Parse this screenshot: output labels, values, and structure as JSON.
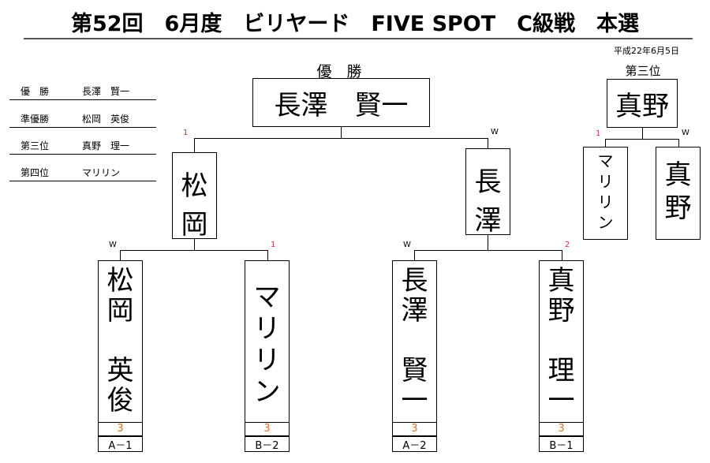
{
  "title": "第52回　6月度　ビリヤード　FIVE SPOT　C級戦　本選",
  "date": "平成22年6月5日",
  "summary": [
    {
      "pos": "優　勝",
      "name": "長澤　賢一"
    },
    {
      "pos": "準優勝",
      "name": "松岡　英俊"
    },
    {
      "pos": "第三位",
      "name": "真野　理一"
    },
    {
      "pos": "第四位",
      "name": "マリリン"
    }
  ],
  "final": {
    "label": "優　勝",
    "winner": "長澤　賢一",
    "left": {
      "name": "松岡",
      "chars": [
        "松",
        "岡"
      ],
      "mark": "1"
    },
    "right": {
      "name": "長澤",
      "chars": [
        "長",
        "澤"
      ],
      "mark": "W"
    }
  },
  "third": {
    "label": "第三位",
    "winner": "真野",
    "left": {
      "chars": [
        "マ",
        "リ",
        "リ",
        "ン"
      ],
      "mark": "1"
    },
    "right": {
      "chars": [
        "真",
        "野"
      ],
      "mark": "W"
    }
  },
  "players": [
    {
      "chars": [
        "松",
        "岡",
        "",
        "英",
        "俊"
      ],
      "mark": "W",
      "score": "3",
      "code": "A－1"
    },
    {
      "chars": [
        "マ",
        "リ",
        "リ",
        "ン"
      ],
      "mark": "1",
      "score": "3",
      "code": "B－2"
    },
    {
      "chars": [
        "長",
        "澤",
        "",
        "賢",
        "一"
      ],
      "mark": "W",
      "score": "3",
      "code": "A－2"
    },
    {
      "chars": [
        "真",
        "野",
        "",
        "理",
        "一"
      ],
      "mark": "2",
      "score": "3",
      "code": "B－1"
    }
  ]
}
